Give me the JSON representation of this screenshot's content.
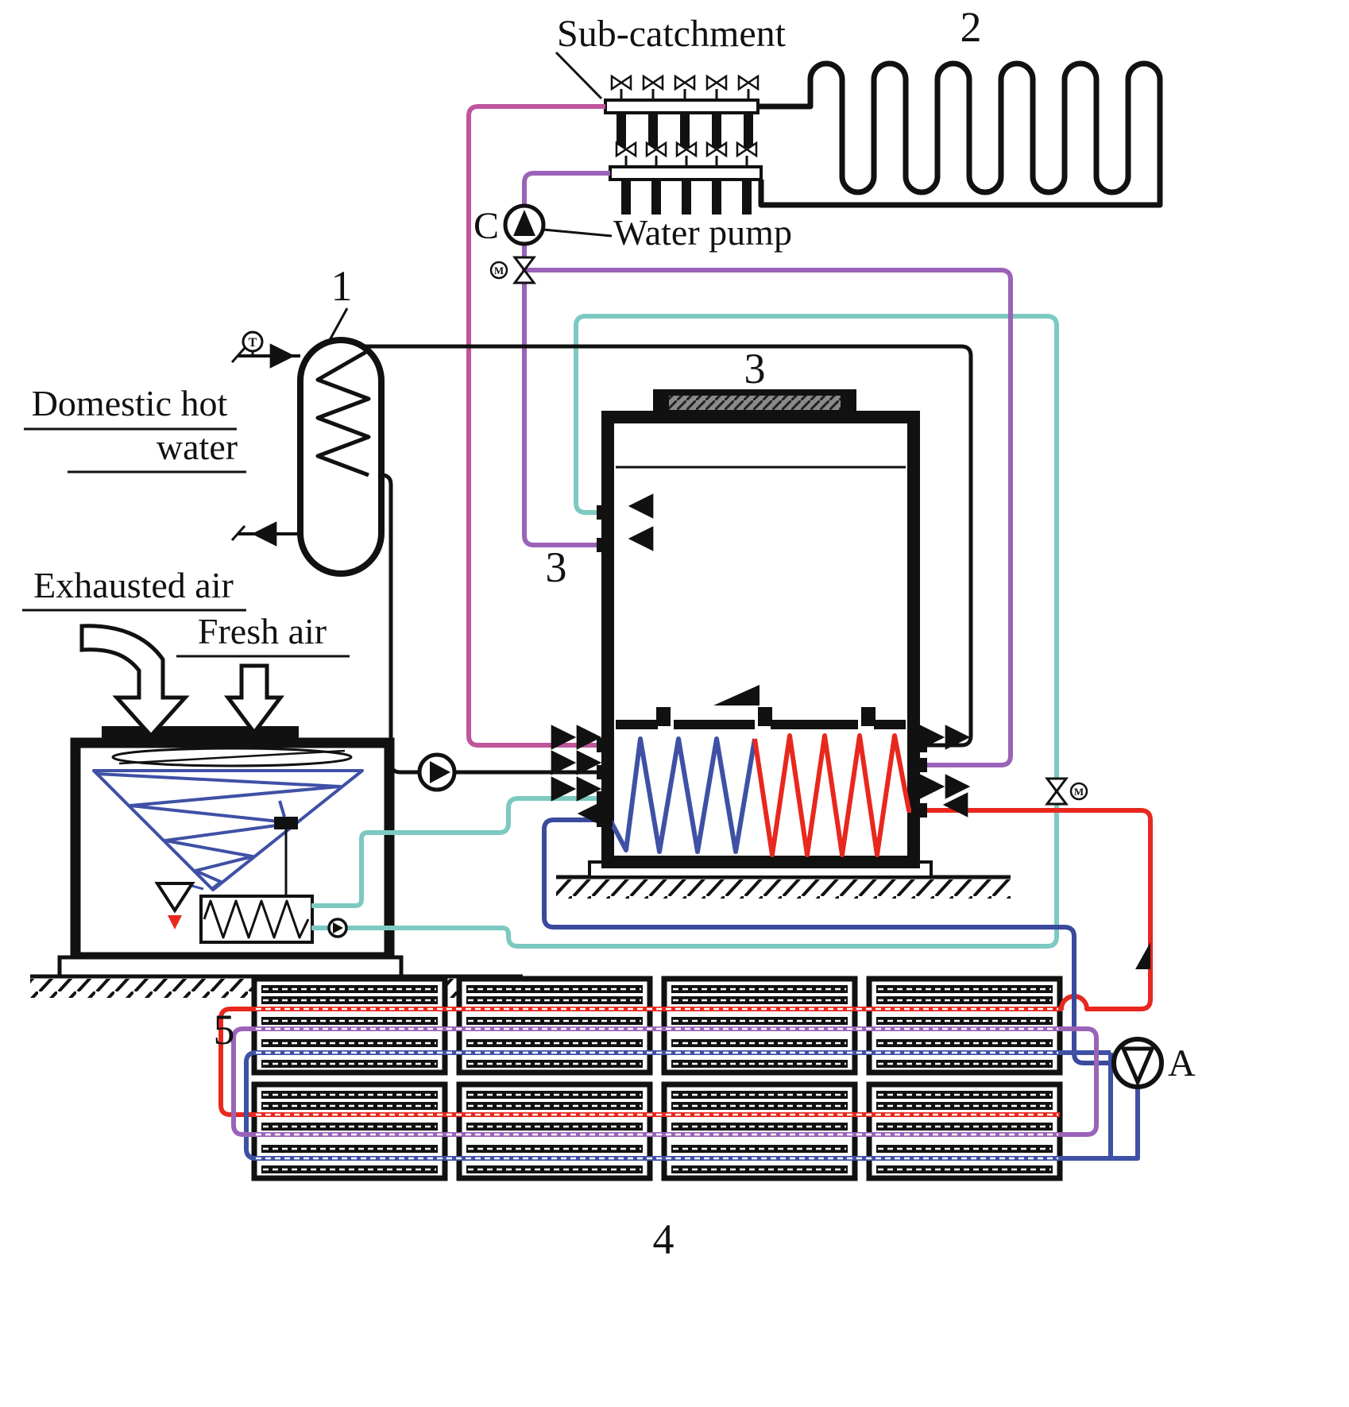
{
  "labels": {
    "sub_catchment": "Sub-catchment",
    "n2": "2",
    "pump_c": "C",
    "water_pump": "Water pump",
    "n1": "1",
    "domestic_hot_line1": "Domestic hot",
    "domestic_hot_line2": "water",
    "exhausted_air": "Exhausted air",
    "fresh_air": "Fresh air",
    "n3_top": "3",
    "n3_side": "3",
    "n5": "5",
    "n4": "4",
    "pump_a": "A",
    "valve_m_left": "M",
    "valve_m_right": "M",
    "sensor_t": "T"
  },
  "colors": {
    "magenta": "#c0559c",
    "violet": "#9a63b8",
    "teal": "#7cc9c1",
    "red": "#e8281e",
    "blue": "#3f51a5",
    "dark_blue": "#3a4a9c",
    "line_black": "#111111",
    "cap_gray": "#8a8a8a"
  }
}
